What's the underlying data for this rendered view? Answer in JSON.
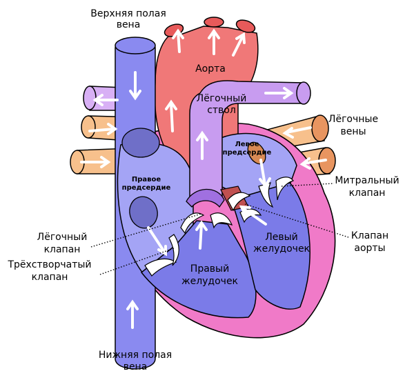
{
  "labels": {
    "svc_line1": "Верхняя полая",
    "svc_line2": "вена",
    "aorta": "Аорта",
    "pulm_trunk_line1": "Лёгочный",
    "pulm_trunk_line2": "ствол",
    "pulm_veins_line1": "Лёгочные",
    "pulm_veins_line2": "вены",
    "left_atrium_line1": "Левое",
    "left_atrium_line2": "предсердие",
    "right_atrium_line1": "Правое",
    "right_atrium_line2": "предсердие",
    "mitral_line1": "Митральный",
    "mitral_line2": "клапан",
    "pulm_valve_line1": "Лёгочный",
    "pulm_valve_line2": "клапан",
    "aortic_valve_line1": "Клапан",
    "aortic_valve_line2": "аорты",
    "left_vent_line1": "Левый",
    "left_vent_line2": "желудочек",
    "tricuspid_line1": "Трёхстворчатый",
    "tricuspid_line2": "клапан",
    "right_vent_line1": "Правый",
    "right_vent_line2": "желудочек",
    "ivc_line1": "Нижняя полая",
    "ivc_line2": "вена"
  },
  "colors": {
    "vena_cava": "#8a8af0",
    "right_heart": "#7b7be8",
    "right_atrium": "#a4a4f5",
    "left_heart": "#7b7be8",
    "myocardium": "#f07ac8",
    "aorta": "#f07878",
    "pulmonary_trunk": "#c89cf0",
    "pulmonary_vein": "#f7c08c",
    "valve": "#ffffff",
    "outline": "#000000"
  }
}
